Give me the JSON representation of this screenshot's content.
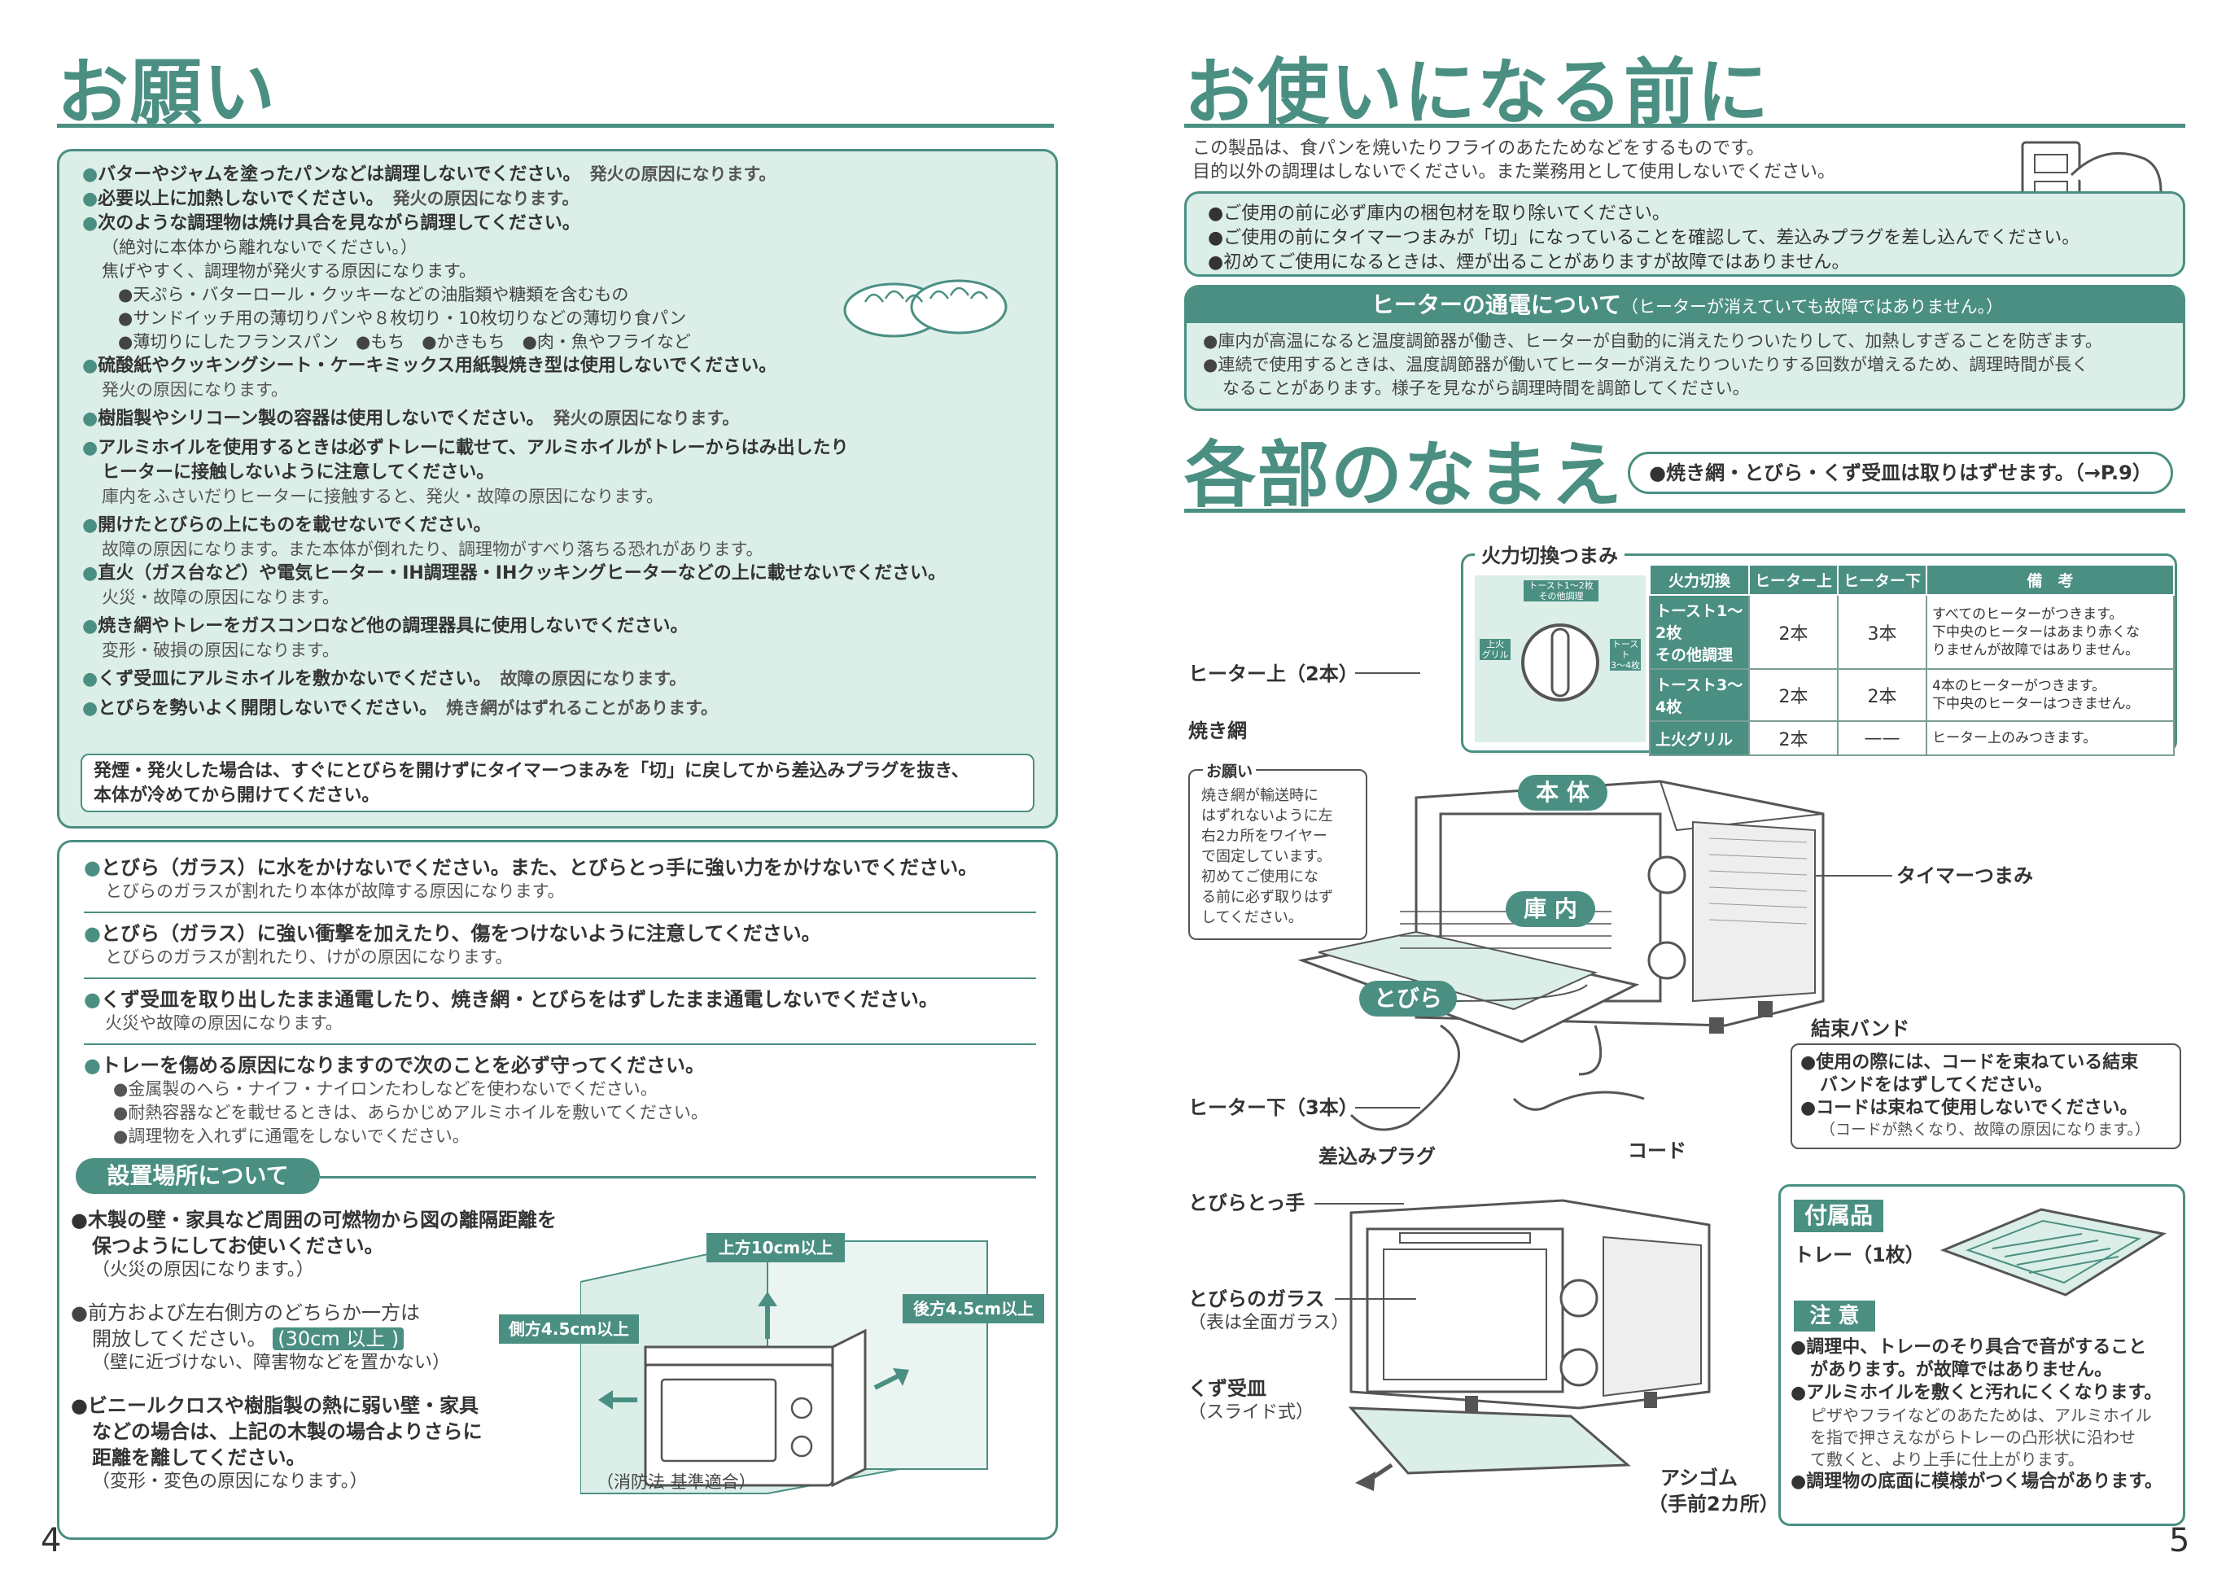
{
  "left": {
    "title": "お願い",
    "cautions": [
      {
        "main": "バターやジャムを塗ったパンなどは調理しないでください。",
        "note": "発火の原因になります。"
      },
      {
        "main": "必要以上に加熱しないでください。",
        "note": "発火の原因になります。"
      },
      {
        "main": "次のような調理物は焼け具合を見ながら調理してください。"
      }
    ],
    "cond_lines": [
      "（絶対に本体から離れないでください。）",
      "焦げやすく、調理物が発火する原因になります。"
    ],
    "cond_items": [
      "●天ぷら・バターロール・クッキーなどの油脂類や糖類を含むもの",
      "●サンドイッチ用の薄切りパンや８枚切り・10枚切りなどの薄切り食パン",
      "●薄切りにしたフランスパン　●もち　●かきもち　●肉・魚やフライなど"
    ],
    "cautions2": [
      {
        "main": "硫酸紙やクッキングシート・ケーキミックス用紙製焼き型は使用しないでください。",
        "note": "発火の原因になります。"
      },
      {
        "main": "樹脂製やシリコーン製の容器は使用しないでください。",
        "note": "発火の原因になります。"
      },
      {
        "main": "アルミホイルを使用するときは必ずトレーに載せて、アルミホイルがトレーからはみ出したり",
        "main2": "ヒーターに接触しないように注意してください。",
        "note": "庫内をふさいだりヒーターに接触すると、発火・故障の原因になります。"
      },
      {
        "main": "開けたとびらの上にものを載せないでください。",
        "note": "故障の原因になります。また本体が倒れたり、調理物がすべり落ちる恐れがあります。"
      },
      {
        "main": "直火（ガス台など）や電気ヒーター・IH調理器・IHクッキングヒーターなどの上に載せないでください。",
        "note": "火災・故障の原因になります。"
      },
      {
        "main": "焼き網やトレーをガスコンロなど他の調理器具に使用しないでください。",
        "note": "変形・破損の原因になります。"
      },
      {
        "main": "くず受皿にアルミホイルを敷かないでください。",
        "note": "故障の原因になります。"
      },
      {
        "main": "とびらを勢いよく開閉しないでください。",
        "note": "焼き網がはずれることがあります。"
      }
    ],
    "smoke_note": [
      "発煙・発火した場合は、すぐにとびらを開けずにタイマーつまみを「切」に戻してから差込みプラグを抜き、",
      "本体が冷めてから開けてください。"
    ],
    "box2": [
      {
        "main": "とびら（ガラス）に水をかけないでください。また、とびらとっ手に強い力をかけないでください。",
        "note": "とびらのガラスが割れたり本体が故障する原因になります。"
      },
      {
        "main": "とびら（ガラス）に強い衝撃を加えたり、傷をつけないように注意してください。",
        "note": "とびらのガラスが割れたり、けがの原因になります。"
      },
      {
        "main": "くず受皿を取り出したまま通電したり、焼き網・とびらをはずしたまま通電しないでください。",
        "note": "火災や故障の原因になります。"
      },
      {
        "main": "トレーを傷める原因になりますので次のことを必ず守ってください。"
      }
    ],
    "tray_items": [
      "●金属製のへら・ナイフ・ナイロンたわしなどを使わないでください。",
      "●耐熱容器などを載せるときは、あらかじめアルミホイルを敷いてください。",
      "●調理物を入れずに通電をしないでください。"
    ],
    "install_title": "設置場所について",
    "install": {
      "p1": [
        "●木製の壁・家具など周囲の可燃物から図の離隔距離を",
        "保つようにしてお使いください。",
        "（火災の原因になります。）"
      ],
      "p2": [
        "●前方および左右側方のどちらか一方は",
        "開放してください。",
        "(30cm 以上 )",
        "（壁に近づけない、障害物などを置かない）"
      ],
      "p3": [
        "●ビニールクロスや樹脂製の熱に弱い壁・家具",
        "などの場合は、上記の木製の場合よりさらに",
        "距離を離してください。",
        "（変形・変色の原因になります。）"
      ],
      "top_label": "上方10cm以上",
      "side_label": "側方4.5cm以上",
      "back_label": "後方4.5cm以上",
      "standard": "（消防法 基準適合）"
    },
    "page_num": "4"
  },
  "right": {
    "title1": "お使いになる前に",
    "intro": [
      "この製品は、食パンを焼いたりフライのあたためなどをするものです。",
      "目的以外の調理はしないでください。また業務用として使用しないでください。"
    ],
    "before_items": [
      "●ご使用の前に必ず庫内の梱包材を取り除いてください。",
      "●ご使用の前にタイマーつまみが「切」になっていることを確認して、差込みプラグを差し込んでください。",
      "●初めてご使用になるときは、煙が出ることがありますが故障ではありません。"
    ],
    "heater_title": "ヒーターの通電について",
    "heater_sub": "（ヒーターが消えていても故障ではありません。）",
    "heater_items": [
      "●庫内が高温になると温度調節器が働き、ヒーターが自動的に消えたりついたりして、加熱しすぎることを防ぎます。",
      "●連続で使用するときは、温度調節器が働いてヒーターが消えたりついたりする回数が増えるため、調理時間が長く",
      "なることがあります。様子を見ながら調理時間を調節してください。"
    ],
    "title2": "各部のなまえ",
    "removable": "●焼き網・とびら・くず受皿は取りはずせます。（→P.9）",
    "knob_title": "火力切換つまみ",
    "knob_labels": {
      "top": "トースト1〜2枚\nその他調理",
      "left": "上火\nグリル",
      "right": "トースト\n3〜4枚"
    },
    "table": {
      "headers": [
        "火力切換",
        "ヒーター上",
        "ヒーター下",
        "備　考"
      ],
      "rows": [
        [
          "トースト1〜2枚\nその他調理",
          "2本",
          "3本",
          "すべてのヒーターがつきます。\n下中央のヒーターはあまり赤くな\nりませんが故障ではありません。"
        ],
        [
          "トースト3〜4枚",
          "2本",
          "2本",
          "4本のヒーターがつきます。\n下中央のヒーターはつきません。"
        ],
        [
          "上火グリル",
          "2本",
          "——",
          "ヒーター上のみつきます。"
        ]
      ]
    },
    "parts": {
      "heater_top": "ヒーター上（2本）",
      "rack": "焼き網",
      "body": "本 体",
      "inside": "庫 内",
      "door": "とびら",
      "timer": "タイマーつまみ",
      "band": "結束バンド",
      "heater_bottom": "ヒーター下（3本）",
      "plug": "差込みプラグ",
      "cord": "コード",
      "handle": "とびらとっ手",
      "glass": "とびらのガラス",
      "glass_sub": "（表は全面ガラス）",
      "tray": "くず受皿",
      "tray_sub": "（スライド式）",
      "feet": "アシゴム",
      "feet_sub": "（手前2カ所）"
    },
    "onegai_title": "お願い",
    "onegai_text": [
      "焼き網が輸送時に",
      "はずれないように左",
      "右2カ所をワイヤー",
      "で固定しています。",
      "初めてご使用にな",
      "る前に必ず取りはず",
      "してください。"
    ],
    "band_notes": [
      "●使用の際には、コードを束ねている結束",
      "バンドをはずしてください。",
      "●コードは束ねて使用しないでください。",
      "（コードが熱くなり、故障の原因になります。）"
    ],
    "accessory_title": "付属品",
    "accessory_item": "トレー（1枚）",
    "chui_title": "注 意",
    "chui_items": [
      "●調理中、トレーのそり具合で音がすること",
      "があります。が故障ではありません。",
      "●アルミホイルを敷くと汚れにくくなります。",
      "ピザやフライなどのあたためは、アルミホイル",
      "を指で押さえながらトレーの凸形状に沿わせ",
      "て敷くと、より上手に仕上がります。",
      "●調理物の底面に模様がつく場合があります。"
    ],
    "page_num": "5"
  },
  "colors": {
    "accent": "#4a8f82",
    "box_fill": "#dceee8"
  }
}
